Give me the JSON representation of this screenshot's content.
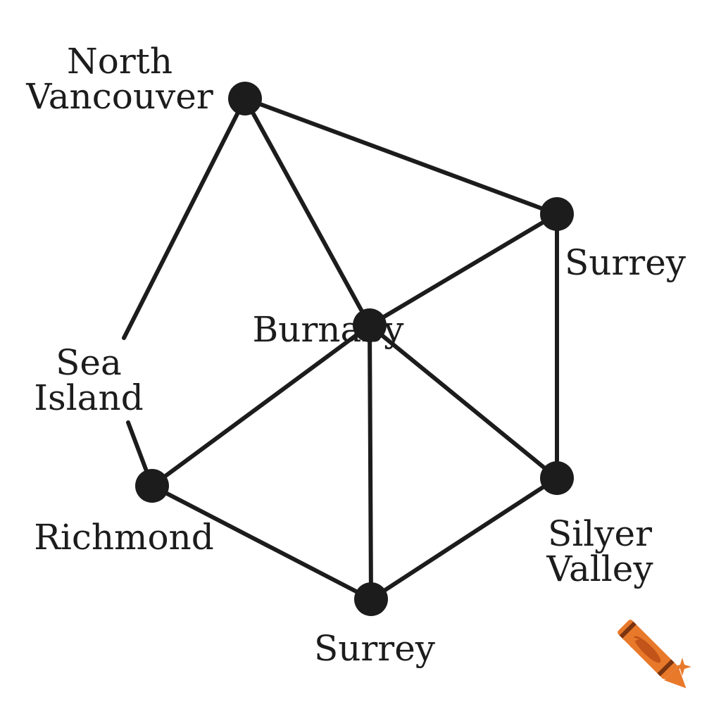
{
  "diagram": {
    "nodes": [
      {
        "id": "north-vancouver",
        "label_lines": [
          "North",
          "Vancouver"
        ]
      },
      {
        "id": "surrey-east",
        "label_lines": [
          "Surrey"
        ]
      },
      {
        "id": "burnaby",
        "label_lines": [
          "Burnaby"
        ]
      },
      {
        "id": "sea-island",
        "label_lines": [
          "Sea",
          "Island"
        ]
      },
      {
        "id": "richmond",
        "label_lines": [
          "Richmond"
        ]
      },
      {
        "id": "silver-valley",
        "label_lines": [
          "Silyer",
          "Valley"
        ]
      },
      {
        "id": "surrey-south",
        "label_lines": [
          "Surrey"
        ]
      }
    ],
    "edges": [
      [
        "north-vancouver",
        "surrey-east"
      ],
      [
        "north-vancouver",
        "burnaby"
      ],
      [
        "north-vancouver",
        "sea-island"
      ],
      [
        "surrey-east",
        "burnaby"
      ],
      [
        "surrey-east",
        "silver-valley"
      ],
      [
        "burnaby",
        "richmond"
      ],
      [
        "burnaby",
        "surrey-south"
      ],
      [
        "burnaby",
        "silver-valley"
      ],
      [
        "sea-island",
        "richmond"
      ],
      [
        "richmond",
        "surrey-south"
      ],
      [
        "surrey-south",
        "silver-valley"
      ]
    ]
  },
  "watermark": {
    "icon": "crayon-icon",
    "color": "#e8792a"
  }
}
